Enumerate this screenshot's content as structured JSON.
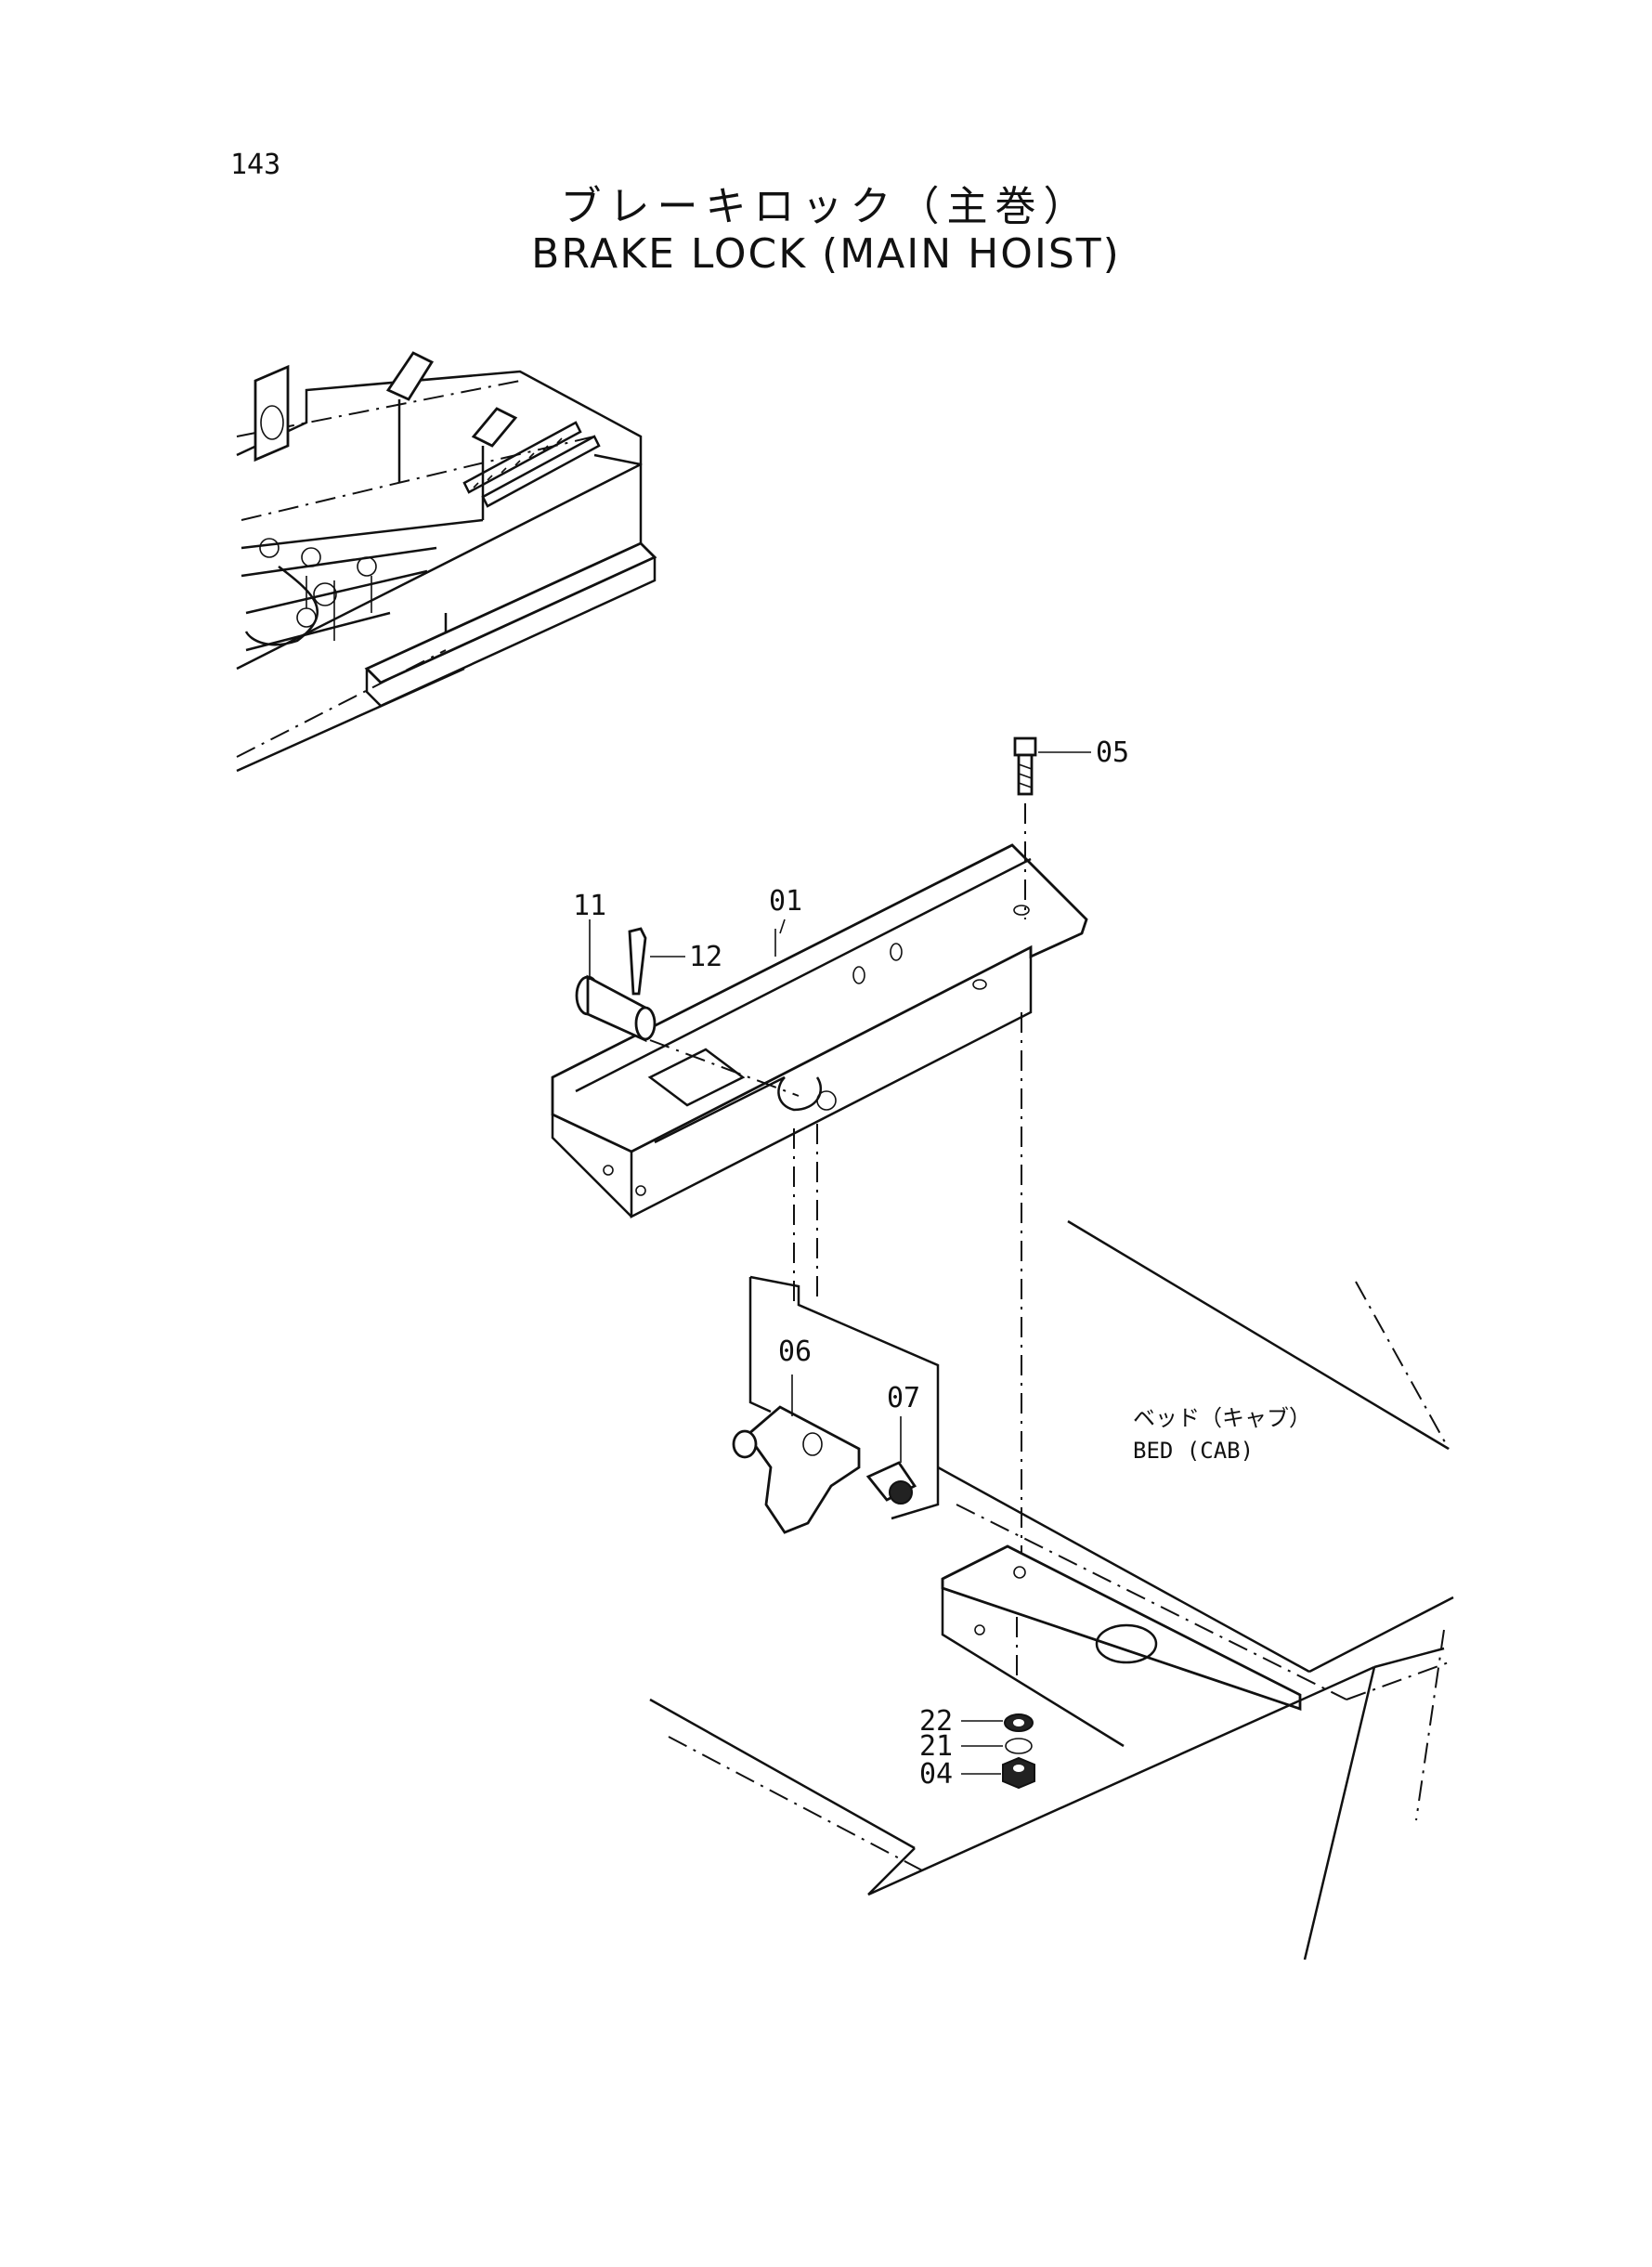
{
  "page_number": "143",
  "title_jp": "ブレーキロック（主巻）",
  "title_en": "BRAKE LOCK (MAIN HOIST)",
  "callouts": {
    "c01": "01",
    "c04": "04",
    "c05": "05",
    "c06": "06",
    "c07": "07",
    "c11": "11",
    "c12": "12",
    "c21": "21",
    "c22": "22"
  },
  "notes": {
    "bed_jp": "ベッド（キャブ）",
    "bed_en": "BED (CAB)"
  }
}
